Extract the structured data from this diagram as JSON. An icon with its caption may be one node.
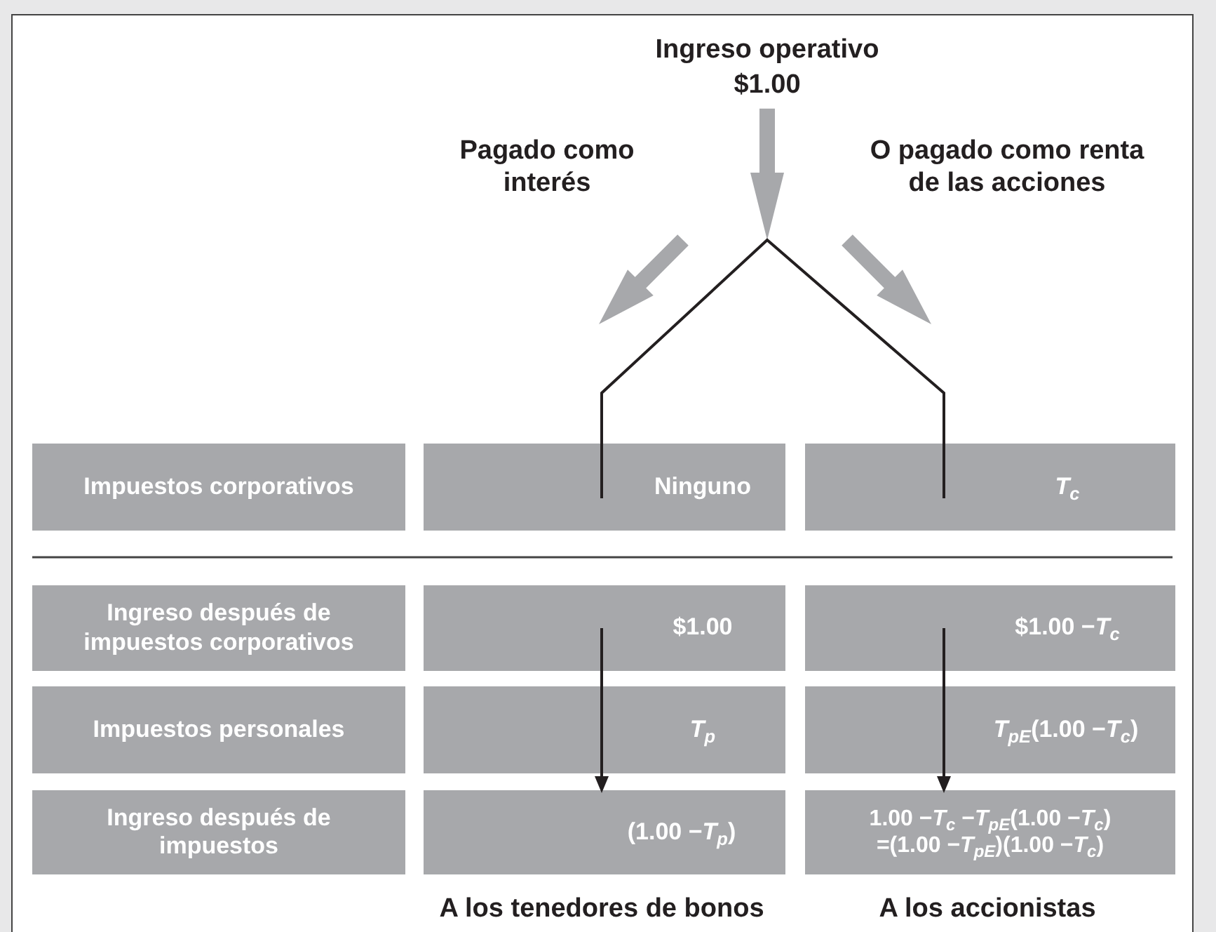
{
  "diagram": {
    "nodes": [
      {
        "text": [
          "Ingreso operativo $1.00"
        ]
      },
      {
        "text": [
          "Impuestos corporativos"
        ]
      },
      {
        "text": [
          "Ninguno"
        ]
      },
      {
        "text": [
          "*T*$_{c}$"
        ]
      },
      {
        "text": [
          "Ingreso después de impuestos corporativos"
        ]
      },
      {
        "text": [
          "$1.00"
        ]
      },
      {
        "text": [
          "$1.00 −*T*$_{c}$"
        ]
      },
      {
        "text": [
          "Impuestos personales"
        ]
      },
      {
        "text": [
          "*T*$_{p}$"
        ]
      },
      {
        "text": [
          "*T*$_{pE}$(1.00 −*T*$_{c}$)"
        ]
      },
      {
        "text": [
          "Ingreso después de impuestos"
        ]
      },
      {
        "text": [
          "(1.00 −*T*$_{p}$)"
        ]
      },
      {
        "text": [
          "1.00 −*T*$_{c}$ −*T*$_{pE}$(1.00 −*T*$_{c}$)",
          "=(1.00 −*T*$_{pE}$)(1.00 −*T*$_{c}$)"
        ]
      }
    ],
    "edges": [
      {
        "from": 0,
        "to": null,
        "arrow": "to",
        "style": "thick",
        "color": "#a7a8ab"
      },
      {
        "from": 2,
        "to": 3,
        "arrow": "none"
      },
      {
        "from": 5,
        "to": 8,
        "arrow": "none"
      },
      {
        "from": 8,
        "to": 11,
        "arrow": "to"
      },
      {
        "from": 6,
        "to": 9,
        "arrow": "none"
      },
      {
        "from": 9,
        "to": 12,
        "arrow": "to"
      }
    ],
    "labels": [
      "Pagado como interés",
      "O pagado como renta de las acciones",
      "A los tenedores de bonos",
      "A los accionistas"
    ]
  }
}
